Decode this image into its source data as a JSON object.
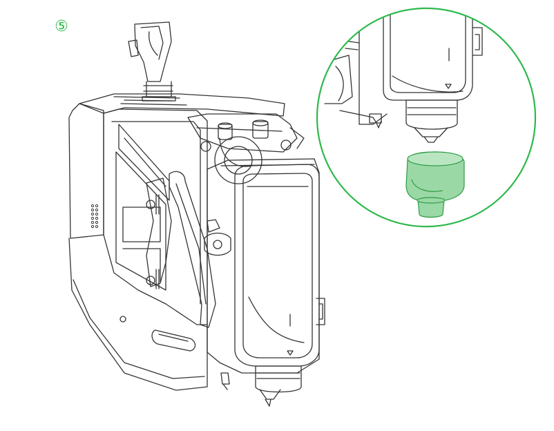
{
  "step": {
    "number_label": "⑤"
  },
  "colors": {
    "accent": "#2db84b",
    "accent_fill": "#9ad8a6",
    "outline": "#333333",
    "background": "#ffffff"
  },
  "icons": {
    "step_marker": "circled-number-five",
    "main_part": "printer-toolhead-assembly",
    "detail_part": "silicone-nozzle-sock",
    "callout": "magnified-detail-circle"
  }
}
